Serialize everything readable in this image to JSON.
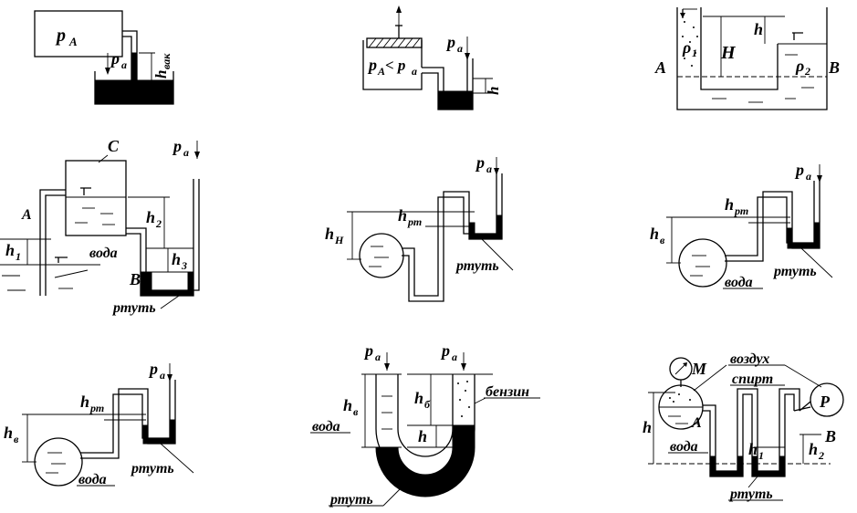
{
  "labels": {
    "d1_pA": "p",
    "d1_pA_sub": "A",
    "d1_pa": "p",
    "d1_pa_sub": "a",
    "d1_hvak": "h",
    "d1_hvak_sub": "вак",
    "d2_pA_lt": "p",
    "d2_pA_lt_sub": "A",
    "d2_lt": "< p",
    "d2_lt_sub": "a",
    "d2_pa": "p",
    "d2_pa_sub": "a",
    "d2_h": "h",
    "d3_h": "h",
    "d3_rho1": "ρ",
    "d3_rho1_sub": "1",
    "d3_H": "H",
    "d3_rho2": "ρ",
    "d3_rho2_sub": "2",
    "d3_A": "A",
    "d3_B": "B",
    "d4_C": "C",
    "d4_pa": "p",
    "d4_pa_sub": "a",
    "d4_A": "A",
    "d4_h1": "h",
    "d4_h1_sub": "1",
    "d4_h2": "h",
    "d4_h2_sub": "2",
    "d4_h3": "h",
    "d4_h3_sub": "3",
    "d4_voda": "вода",
    "d4_B": "B",
    "d4_rtut": "ртуть",
    "d5_pa": "p",
    "d5_pa_sub": "a",
    "d5_hrt": "h",
    "d5_hrt_sub": "рт",
    "d5_hH": "h",
    "d5_hH_sub": "Н",
    "d5_rtut": "ртуть",
    "d6_pa": "p",
    "d6_pa_sub": "a",
    "d6_hrt": "h",
    "d6_hrt_sub": "рт",
    "d6_hv": "h",
    "d6_hv_sub": "в",
    "d6_voda": "вода",
    "d6_rtut": "ртуть",
    "d7_pa": "p",
    "d7_pa_sub": "a",
    "d7_hrt": "h",
    "d7_hrt_sub": "рт",
    "d7_hv": "h",
    "d7_hv_sub": "в",
    "d7_voda": "вода",
    "d7_rtut": "ртуть",
    "d8_pa1": "p",
    "d8_pa1_sub": "a",
    "d8_pa2": "p",
    "d8_pa2_sub": "a",
    "d8_hv": "h",
    "d8_hv_sub": "в",
    "d8_hb": "h",
    "d8_hb_sub": "б",
    "d8_h": "h",
    "d8_voda": "вода",
    "d8_benzin": "бензин",
    "d8_rtut": "ртуть",
    "d9_M": "M",
    "d9_vozduh": "воздух",
    "d9_spirt": "спирт",
    "d9_P": "P",
    "d9_h": "h",
    "d9_A": "A",
    "d9_voda": "вода",
    "d9_h1": "h",
    "d9_h1_sub": "1",
    "d9_h2": "h",
    "d9_h2_sub": "2",
    "d9_B": "B",
    "d9_rtut": "ртуть"
  }
}
